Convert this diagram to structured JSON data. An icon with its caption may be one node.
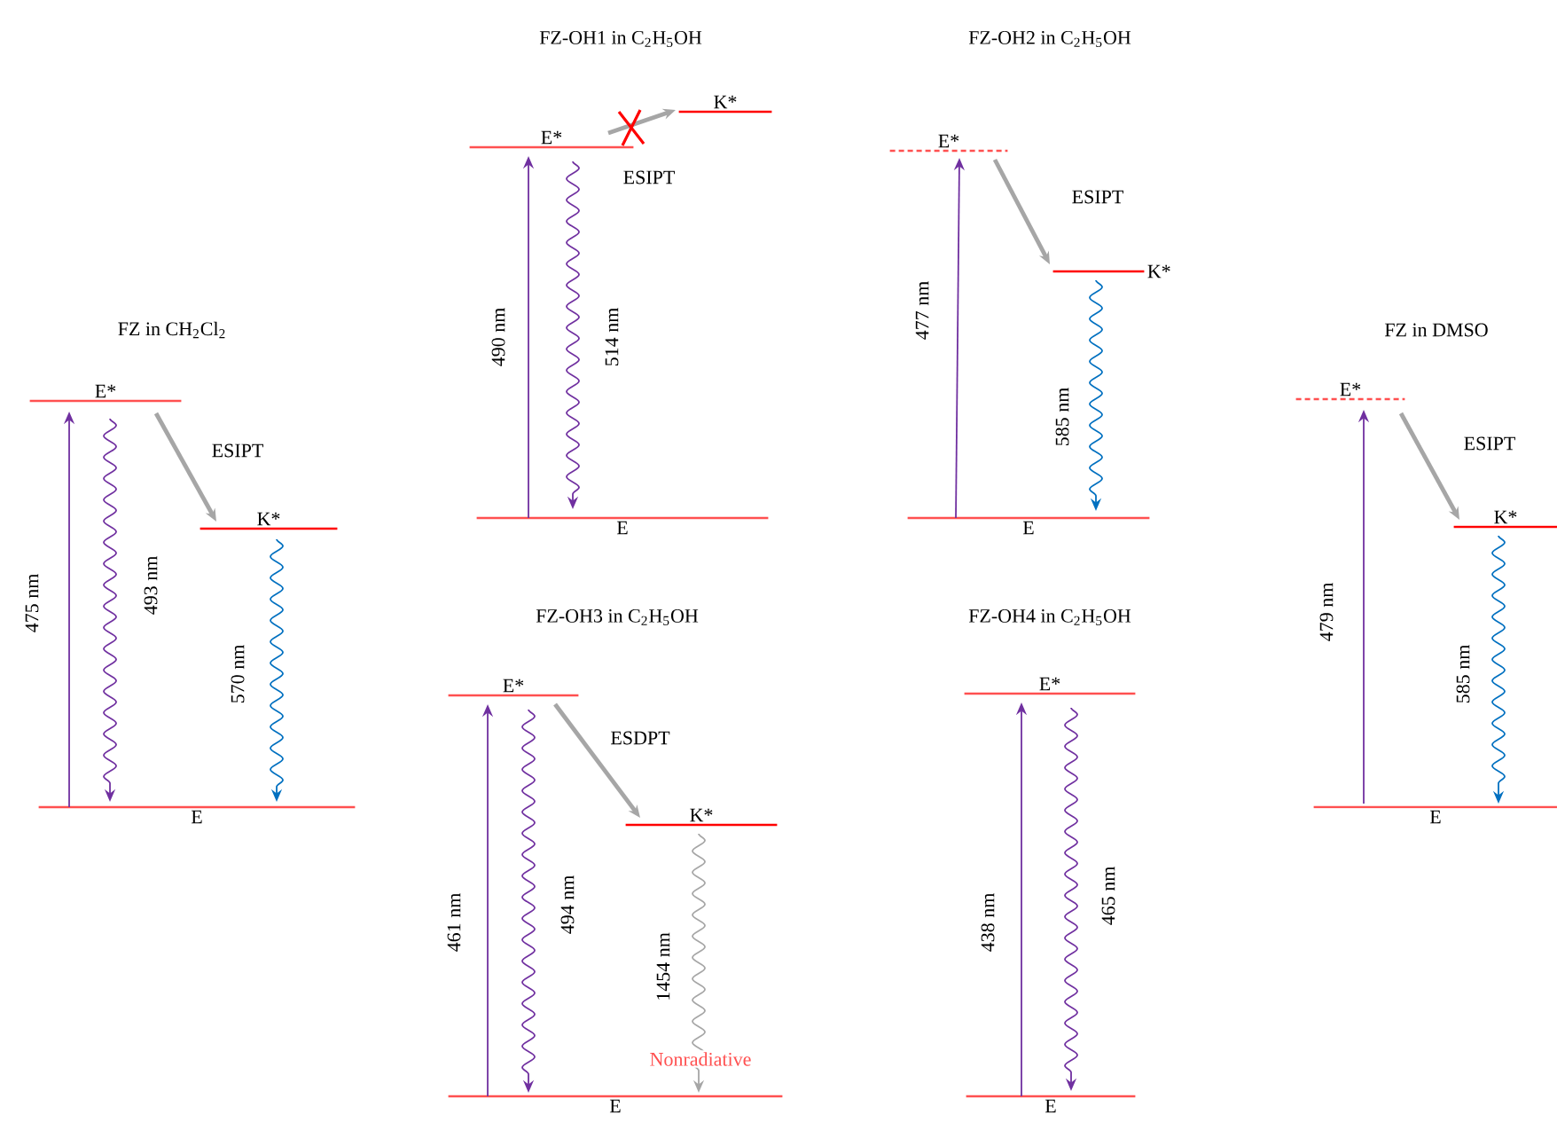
{
  "diagram": {
    "nodes": [
      {
        "text": [
          "E*"
        ]
      },
      {
        "text": [
          "K*"
        ]
      },
      {
        "text": [
          "E"
        ]
      },
      {
        "text": [
          "E*"
        ]
      },
      {
        "text": [
          "K*"
        ]
      },
      {
        "text": [
          "E"
        ]
      },
      {
        "text": [
          "E*"
        ]
      },
      {
        "text": [
          "K*"
        ]
      },
      {
        "text": [
          "E"
        ]
      },
      {
        "text": [
          "E*"
        ]
      },
      {
        "text": [
          "K*"
        ]
      },
      {
        "text": [
          "E"
        ]
      },
      {
        "text": [
          "E*"
        ]
      },
      {
        "text": [
          "K*"
        ]
      },
      {
        "text": [
          "E"
        ]
      },
      {
        "text": [
          "E*"
        ]
      },
      {
        "text": [
          "E"
        ]
      }
    ],
    "edges": [
      {
        "from": 2,
        "to": 0,
        "arrow": "to",
        "label": "475 nm"
      },
      {
        "from": 0,
        "to": 2,
        "arrow": "to",
        "label": "493 nm"
      },
      {
        "from": 0,
        "to": 1,
        "arrow": "to",
        "label": "ESIPT",
        "color": "#a6a6a6",
        "style": "thick"
      },
      {
        "from": 1,
        "to": 2,
        "arrow": "to",
        "label": "570 nm",
        "color": "#0070c0"
      },
      {
        "from": 5,
        "to": 3,
        "arrow": "to",
        "label": "490 nm"
      },
      {
        "from": 3,
        "to": 5,
        "arrow": "to",
        "label": "514 nm"
      },
      {
        "from": 3,
        "to": 4,
        "arrow": "to",
        "label": "ESIPT",
        "color": "#a6a6a6",
        "style": "thick"
      },
      {
        "from": 8,
        "to": 6,
        "arrow": "to",
        "label": "477 nm"
      },
      {
        "from": 6,
        "to": 7,
        "arrow": "to",
        "label": "ESIPT",
        "color": "#a6a6a6",
        "style": "thick"
      },
      {
        "from": 7,
        "to": 8,
        "arrow": "to",
        "label": "585 nm",
        "color": "#0070c0"
      },
      {
        "from": 11,
        "to": 9,
        "arrow": "to",
        "label": "479 nm"
      },
      {
        "from": 9,
        "to": 10,
        "arrow": "to",
        "label": "ESIPT",
        "color": "#a6a6a6",
        "style": "thick"
      },
      {
        "from": 10,
        "to": 11,
        "arrow": "to",
        "label": "585 nm",
        "color": "#0070c0"
      },
      {
        "from": 14,
        "to": 12,
        "arrow": "to",
        "label": "461 nm"
      },
      {
        "from": 12,
        "to": 14,
        "arrow": "to",
        "label": "494 nm"
      },
      {
        "from": 12,
        "to": 13,
        "arrow": "to",
        "label": "ESDPT",
        "color": "#a6a6a6",
        "style": "thick"
      },
      {
        "from": 13,
        "to": 14,
        "arrow": "to",
        "label": "1454 nm",
        "color": "#a6a6a6"
      },
      {
        "from": 16,
        "to": 15,
        "arrow": "to",
        "label": "438 nm"
      },
      {
        "from": 15,
        "to": 16,
        "arrow": "to",
        "label": "465 nm"
      }
    ],
    "labels": [
      "FZ-OH1 in C$_{2}$H$_{5}$OH",
      "FZ-OH2 in C$_{2}$H$_{5}$OH",
      "FZ in CH$_{2}$Cl$_{2}$",
      "FZ in DMSO",
      "FZ-OH3 in C$_{2}$H$_{5}$OH",
      "FZ-OH4 in C$_{2}$H$_{5}$OH",
      "Nonradiative"
    ]
  }
}
